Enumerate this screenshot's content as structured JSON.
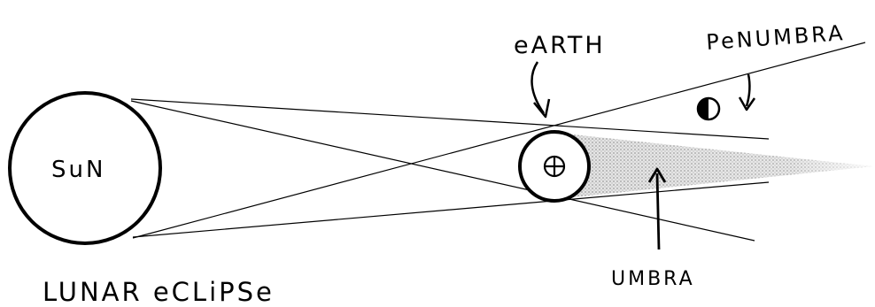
{
  "diagram": {
    "labels": {
      "sun": "SuN",
      "earth": "eARTH",
      "penumbra": "PeNUMBRA",
      "umbra": "UMBRA",
      "caption": "LUNAR eCLiPSe"
    },
    "colors": {
      "ink": "#000000",
      "background": "#ffffff",
      "umbra_shade": "#c8c8c8"
    },
    "symbols": {
      "earth": "earth-cross-symbol",
      "moon": "half-moon-symbol"
    }
  }
}
